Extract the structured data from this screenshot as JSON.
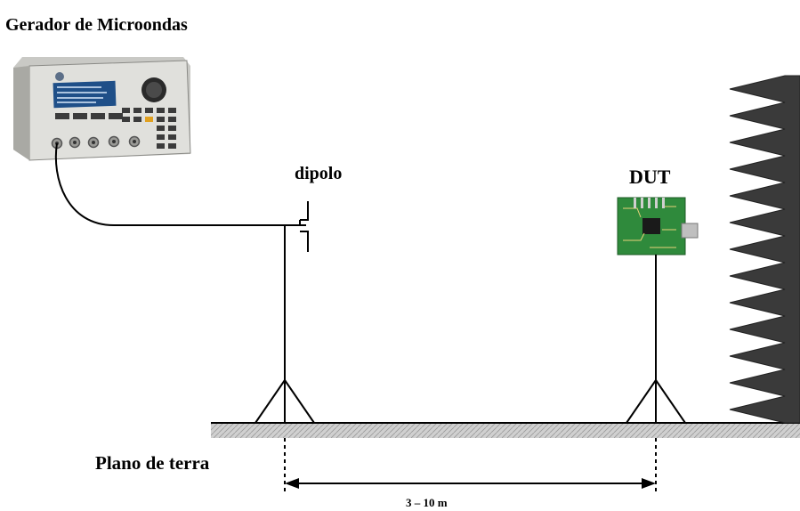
{
  "diagram": {
    "title": "Gerador de Microondas",
    "antenna_label": "dipolo",
    "device_label": "DUT",
    "ground_label": "Plano de terra",
    "distance_label": "3 – 10 m"
  },
  "colors": {
    "line": "#000000",
    "ground_fill": "#c8c8c8",
    "absorber": "#3a3a3a",
    "generator_body": "#d9d9d6",
    "display": "#1f4f88",
    "pcb": "#2f8a3c"
  },
  "icons": [
    "microwave-generator-icon",
    "dipole-antenna-icon",
    "dut-board-icon",
    "absorber-wall-icon"
  ]
}
